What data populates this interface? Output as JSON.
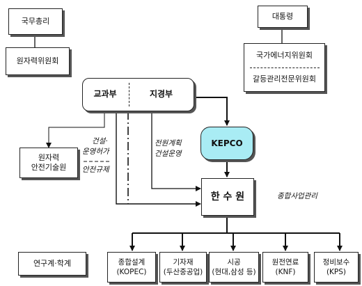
{
  "nodes": {
    "prime_minister": "국무총리",
    "nuclear_commission": "원자력위원회",
    "president": "대통령",
    "national_energy_committee": "국가에너지위원회",
    "conflict_committee": "갈등관리전문위원회",
    "mest": "교과부",
    "mke": "지경부",
    "kins_line1": "원자력",
    "kins_line2": "안전기술원",
    "kepco": "KEPCO",
    "khnp": "한 수 원",
    "research": "연구계·학계",
    "sub_1_line1": "종합설계",
    "sub_1_line2": "(KOPEC)",
    "sub_2_line1": "기자재",
    "sub_2_line2": "(두산중공업)",
    "sub_3_line1": "시공",
    "sub_3_line2": "(현대,삼성 등)",
    "sub_4_line1": "원전연료",
    "sub_4_line2": "(KNF)",
    "sub_5_line1": "정비보수",
    "sub_5_line2": "(KPS)"
  },
  "edge_labels": {
    "construction_operation_line1": "건설·",
    "construction_operation_line2": "운영허가",
    "safety_regulation": "안전규제",
    "power_plan_line1": "전원계획",
    "power_plan_line2": "건설운영",
    "general_management": "종합사업관리"
  },
  "colors": {
    "kepco_fill": "#a9ecf4",
    "line": "#111111"
  }
}
